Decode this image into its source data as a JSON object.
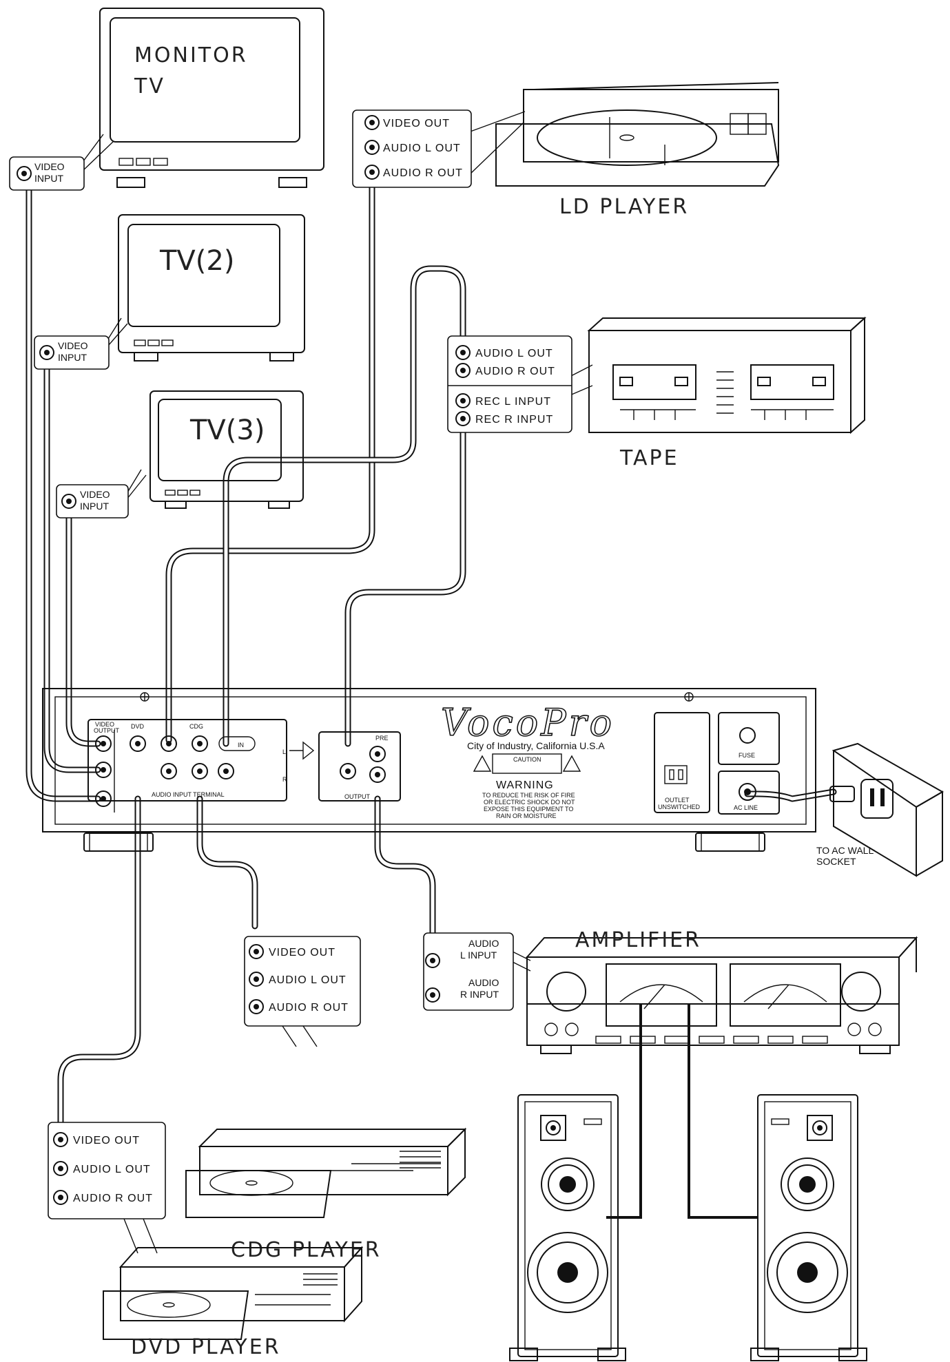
{
  "devices": {
    "monitor": "MONITOR",
    "monitor_tv": "TV",
    "tv2": "TV(2)",
    "tv3": "TV(3)",
    "ld_player": "LD PLAYER",
    "tape": "TAPE",
    "amplifier": "AMPLIFIER",
    "cdg_player": "CDG PLAYER",
    "dvd_player": "DVD PLAYER"
  },
  "labels": {
    "video": "VIDEO",
    "input": "INPUT",
    "video_out": "VIDEO OUT",
    "audio_l_out": "AUDIO L OUT",
    "audio_r_out": "AUDIO R OUT",
    "rec_l_input": "REC L INPUT",
    "rec_r_input": "REC R INPUT",
    "audio": "AUDIO",
    "l_input": "L INPUT",
    "r_input": "R INPUT",
    "to_ac_wall": "TO AC WALL",
    "socket": "SOCKET"
  },
  "panel": {
    "brand": "VocoPro",
    "city": "City of Industry, California U.S.A",
    "caution": "CAUTION",
    "warning": "WARNING",
    "warning_line1": "TO REDUCE THE RISK OF FIRE",
    "warning_line2": "OR ELECTRIC SHOCK DO NOT",
    "warning_line3": "EXPOSE THIS EQUIPMENT TO",
    "warning_line4": "RAIN OR MOISTURE",
    "video_output_1": "VIDEO",
    "video_output_2": "OUTPUT",
    "dvd": "DVD",
    "cdg": "CDG",
    "in": "IN",
    "audio_input_terminal": "AUDIO INPUT TERMINAL",
    "pre": "PRE",
    "output": "OUTPUT",
    "l": "L",
    "r": "R",
    "fuse": "FUSE",
    "outlet_1": "OUTLET",
    "outlet_2": "UNSWITCHED",
    "ac_line": "AC LINE"
  }
}
